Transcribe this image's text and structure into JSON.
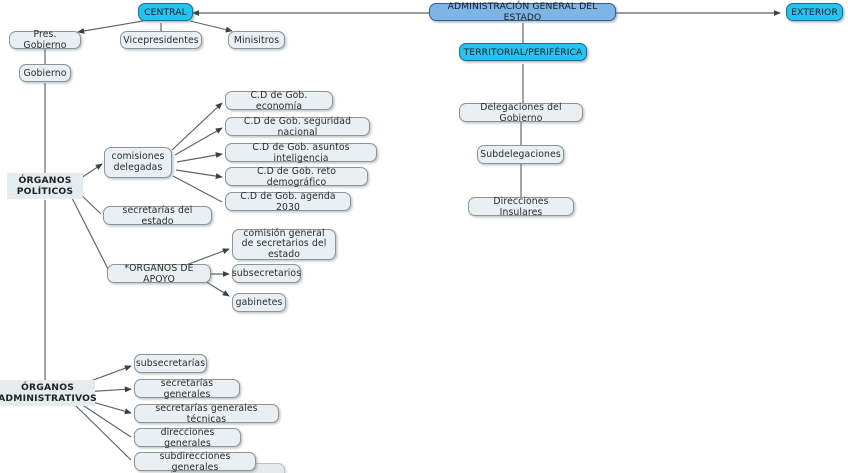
{
  "diagram": {
    "title": "Administración General del Estado",
    "colors": {
      "cyan": "#23c3f2",
      "blue": "#7fb4e6",
      "node_fill": "#e9eff2",
      "node_border": "#8a9499",
      "edge": "#5a6468",
      "label_fill": "#e4ecf0"
    },
    "nodes": {
      "central": "CENTRAL",
      "administracion_general": "ADMINISTRACIÓN GENERAL DEL ESTADO",
      "exterior": "EXTERIOR",
      "territorial_periferica": "TERRITORIAL/PERIFÉRICA",
      "pres_gobierno": "Pres. Gobierno",
      "vicepresidentes": "Vicepresidentes",
      "ministros": "Minisitros",
      "gobierno": "Gobierno",
      "organos_politicos": "ÓRGANOS POLÍTICOS",
      "organos_administrativos": "ÓRGANOS ADMINISTRATIVOS",
      "comisiones_delegadas": "comisiones delegadas",
      "cd_economia": "C.D de Gob. economía",
      "cd_seguridad": "C.D de Gob. seguridad nacional",
      "cd_inteligencia": "C.D de Gob. asuntos inteligencia",
      "cd_demografico": "C.D de Gob. reto demográfico",
      "cd_agenda2030": "C.D de Gob. agenda 2030",
      "secretarias_estado": "secretarías del estado",
      "organos_apoyo": "*ORGANOS DE APOYO",
      "comision_general": "comisión general de secretarios del estado",
      "subsecretarios": "subsecretarios",
      "gabinetes": "gabinetes",
      "subsecretarias": "subsecretarías",
      "secretarias_generales": "secretarías generales",
      "secretarias_generales_tecnicas": "secretarías generales técnicas",
      "direcciones_generales": "direcciones generales",
      "subdirecciones_generales": "subdirecciones generales",
      "delegaciones_gobierno": "Delegaciones del Gobierno",
      "subdelegaciones": "Subdelegaciones",
      "direcciones_insulares": "Direcciones Insulares"
    }
  }
}
